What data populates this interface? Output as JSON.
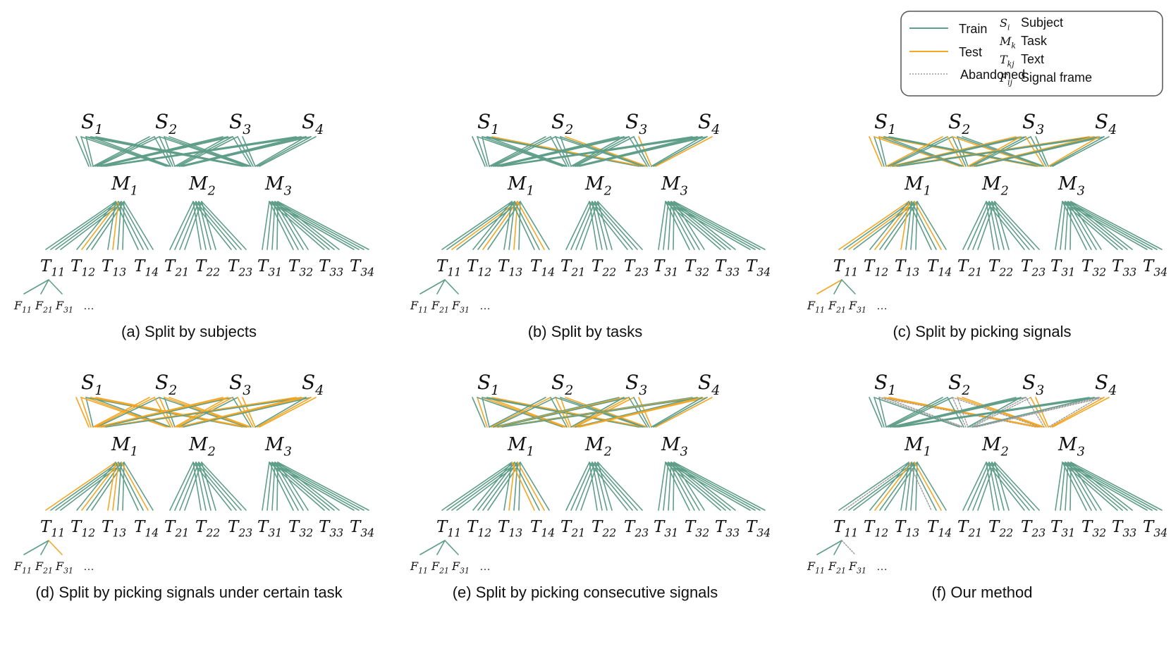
{
  "colors": {
    "train": "#5f9e88",
    "test": "#f5a623",
    "abandoned": "#9a9a9a",
    "text": "#111111",
    "legend_border": "#555555"
  },
  "legend": {
    "train_label": "Train",
    "test_label": "Test",
    "abandoned_label": "Abandoned",
    "symbols": [
      {
        "base": "S",
        "sub": "i",
        "desc": "Subject"
      },
      {
        "base": "M",
        "sub": "k",
        "desc": "Task"
      },
      {
        "base": "T",
        "sub": "kj",
        "desc": "Text"
      },
      {
        "base": "F",
        "sub": "ij",
        "desc": "Signal frame"
      }
    ]
  },
  "nodes": {
    "subjects": [
      {
        "base": "S",
        "sub": "1"
      },
      {
        "base": "S",
        "sub": "2"
      },
      {
        "base": "S",
        "sub": "3"
      },
      {
        "base": "S",
        "sub": "4"
      }
    ],
    "tasks": [
      {
        "base": "M",
        "sub": "1"
      },
      {
        "base": "M",
        "sub": "2"
      },
      {
        "base": "M",
        "sub": "3"
      }
    ],
    "texts": [
      {
        "base": "T",
        "sub": "11"
      },
      {
        "base": "T",
        "sub": "12"
      },
      {
        "base": "T",
        "sub": "13"
      },
      {
        "base": "T",
        "sub": "14"
      },
      {
        "base": "T",
        "sub": "21"
      },
      {
        "base": "T",
        "sub": "22"
      },
      {
        "base": "T",
        "sub": "23"
      },
      {
        "base": "T",
        "sub": "31"
      },
      {
        "base": "T",
        "sub": "32"
      },
      {
        "base": "T",
        "sub": "33"
      },
      {
        "base": "T",
        "sub": "34"
      }
    ],
    "frames": [
      {
        "base": "F",
        "sub": "11"
      },
      {
        "base": "F",
        "sub": "21"
      },
      {
        "base": "F",
        "sub": "31"
      }
    ],
    "ellipsis": "…"
  },
  "panels": [
    {
      "id": "a",
      "caption": "(a) Split by subjects",
      "top_test": [
        [
          3,
          0
        ],
        [
          3,
          1
        ]
      ],
      "top_aband": [],
      "bot_test": [
        [
          1,
          1
        ],
        [
          1,
          2
        ]
      ],
      "bot_aband": [],
      "frame": [
        "train",
        "train",
        "train"
      ]
    },
    {
      "id": "b",
      "caption": "(b) Split by tasks",
      "top_test": [
        [
          2,
          2
        ],
        [
          3,
          2
        ]
      ],
      "top_aband": [],
      "bot_test": [
        [
          2,
          0
        ],
        [
          2,
          1
        ],
        [
          2,
          2
        ],
        [
          2,
          3
        ]
      ],
      "bot_aband": [],
      "frame": [
        "train",
        "train",
        "train"
      ]
    },
    {
      "id": "c",
      "caption": "(c) Split by picking signals",
      "top_test": [
        [
          0,
          0
        ],
        [
          1,
          0
        ],
        [
          2,
          0
        ],
        [
          3,
          2
        ]
      ],
      "top_aband": [],
      "bot_test": [
        [
          0,
          0
        ],
        [
          0,
          2
        ],
        [
          1,
          1
        ],
        [
          2,
          0
        ],
        [
          2,
          3
        ]
      ],
      "bot_aband": [],
      "frame": [
        "test",
        "train",
        "train"
      ]
    },
    {
      "id": "d",
      "caption": "(d) Split by picking signals under certain task",
      "top_test": [
        [
          0,
          0
        ],
        [
          0,
          1
        ],
        [
          1,
          0
        ],
        [
          1,
          1
        ],
        [
          2,
          1
        ],
        [
          2,
          2
        ],
        [
          3,
          2
        ]
      ],
      "top_aband": [],
      "bot_test": [
        [
          0,
          0
        ],
        [
          0,
          2
        ],
        [
          1,
          1
        ],
        [
          1,
          2
        ],
        [
          2,
          3
        ]
      ],
      "bot_aband": [],
      "frame": [
        "train",
        "train",
        "test"
      ]
    },
    {
      "id": "e",
      "caption": "(e) Split by picking consecutive signals",
      "top_test": [
        [
          0,
          1
        ],
        [
          1,
          1
        ],
        [
          1,
          2
        ],
        [
          2,
          2
        ],
        [
          3,
          0
        ],
        [
          3,
          2
        ]
      ],
      "top_aband": [],
      "bot_test": [
        [
          0,
          3
        ],
        [
          1,
          2
        ],
        [
          2,
          3
        ]
      ],
      "bot_aband": [],
      "frame": [
        "train",
        "train",
        "train"
      ]
    },
    {
      "id": "f",
      "caption": "(f) Our method",
      "top_test": [
        [
          2,
          1
        ],
        [
          2,
          2
        ]
      ],
      "top_aband": [
        [
          1,
          1
        ],
        [
          1,
          2
        ],
        [
          2,
          0
        ],
        [
          3,
          0
        ],
        [
          3,
          1
        ]
      ],
      "bot_test": [
        [
          1,
          1
        ],
        [
          2,
          3
        ]
      ],
      "bot_aband": [
        [
          0,
          3
        ],
        [
          1,
          0
        ],
        [
          2,
          3
        ]
      ],
      "frame": [
        "train",
        "train",
        "abandoned"
      ]
    }
  ]
}
